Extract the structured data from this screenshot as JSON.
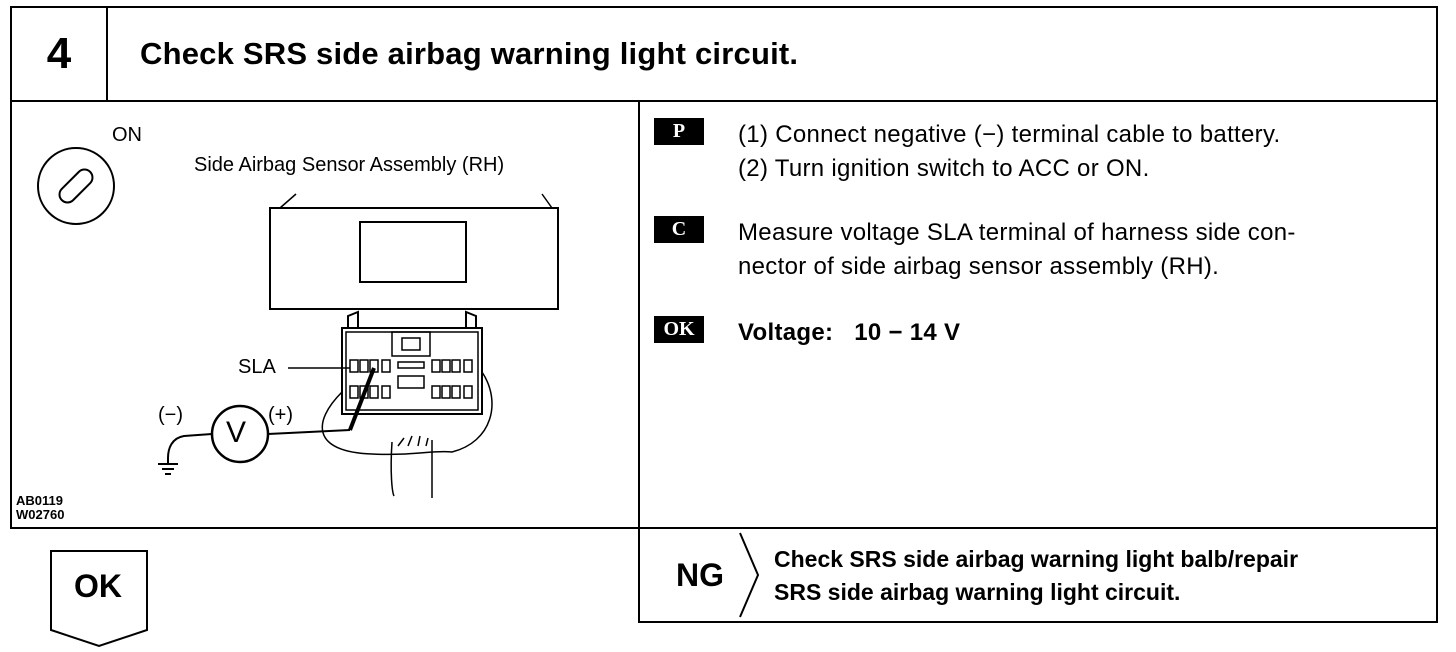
{
  "header": {
    "step_number": "4",
    "title": "Check SRS side airbag warning light circuit."
  },
  "diagram": {
    "ignition_label": "ON",
    "sensor_label": "Side Airbag Sensor Assembly (RH)",
    "terminal_label": "SLA",
    "neg_label": "(−)",
    "pos_label": "(+)",
    "meter_label": "V",
    "figure_codes": [
      "AB0119",
      "W02760"
    ]
  },
  "instructions": {
    "prepare": {
      "badge": "P",
      "lines": [
        "(1) Connect negative (−) terminal cable to battery.",
        "(2) Turn ignition switch to ACC or ON."
      ]
    },
    "check": {
      "badge": "C",
      "lines": [
        "Measure voltage SLA terminal of harness side con-",
        "nector of side airbag sensor assembly (RH)."
      ]
    },
    "ok": {
      "badge": "OK",
      "text": "Voltage:   10 − 14 V"
    }
  },
  "ng": {
    "label": "NG",
    "lines": [
      "Check SRS side airbag warning light balb/repair",
      "SRS side airbag warning light circuit."
    ]
  },
  "ok_result": {
    "label": "OK"
  }
}
